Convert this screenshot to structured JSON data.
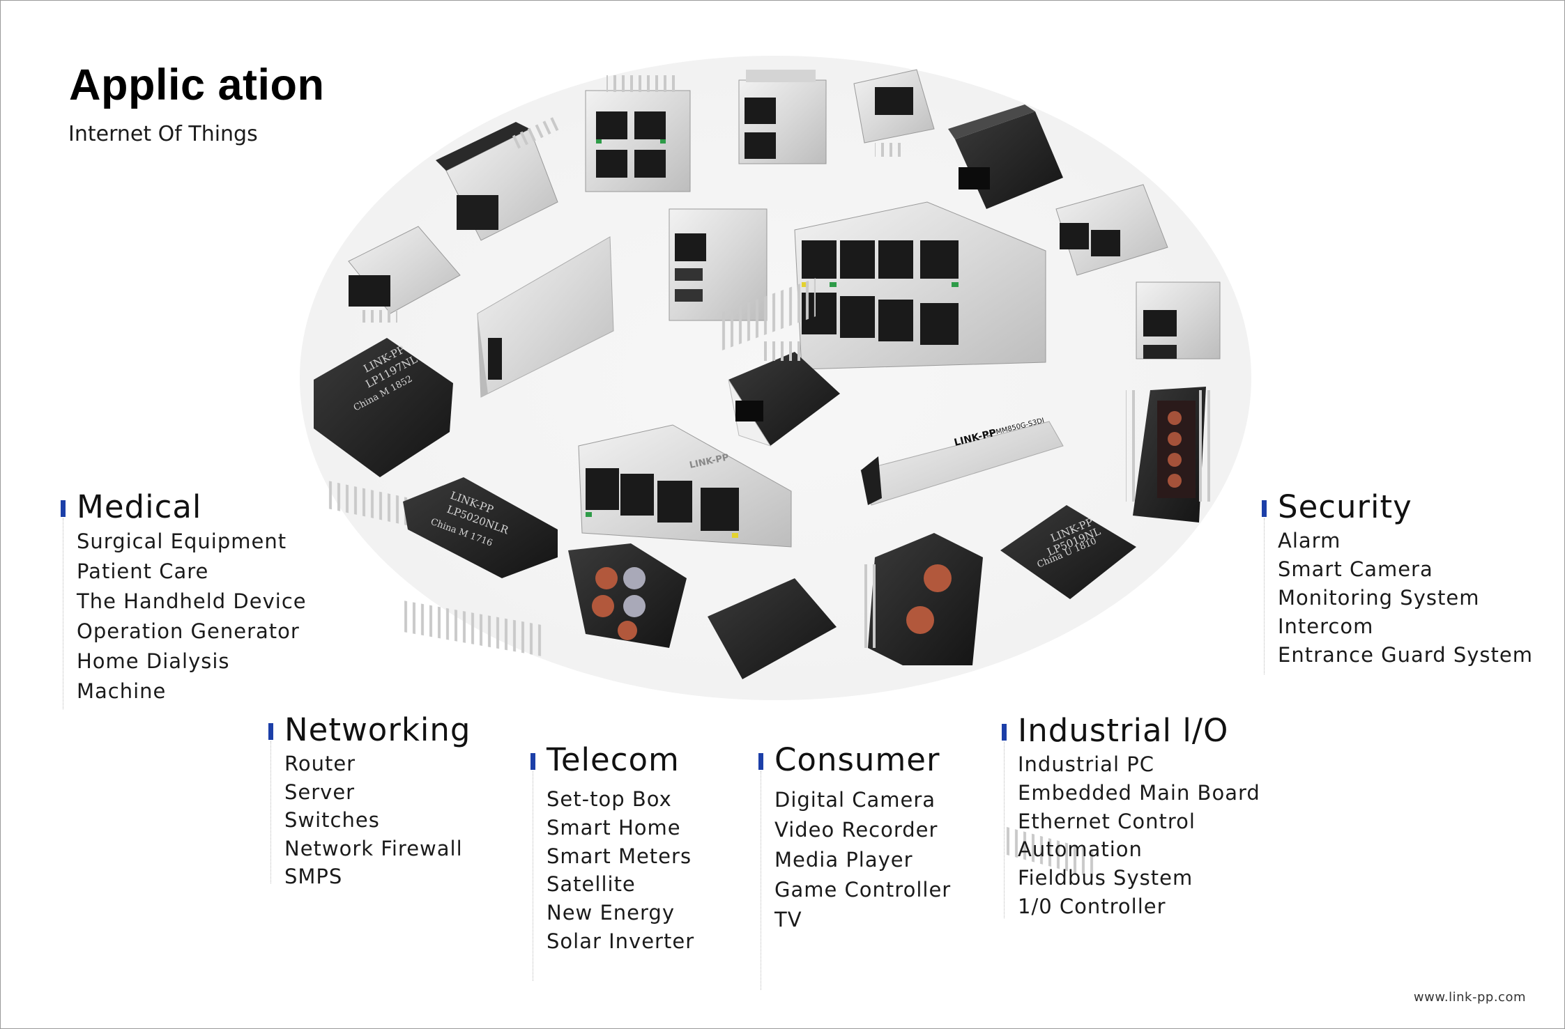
{
  "title": "Applic ation",
  "subtitle": "Internet Of Things",
  "product_labels": {
    "brand": "LINK-PP",
    "brand_sfp": "LINK-PP",
    "sfp_part": "LF-MM850G-S3DI",
    "transformer_1_line1": "LINK-PP",
    "transformer_1_line2": "LP1197NL",
    "transformer_1_line3": "China M 1852",
    "transformer_2_line1": "LINK-PP",
    "transformer_2_line2": "LP5020NLR",
    "transformer_2_line3": "China M 1716",
    "transformer_3_line1": "LINK-PP",
    "transformer_3_line2": "LP5019NL",
    "transformer_3_line3": "China U 1810"
  },
  "groups": {
    "medical": {
      "title": "Medical",
      "items": [
        "Surgical Equipment",
        "Patient Care",
        "The Handheld Device",
        "Operation Generator",
        "Home Dialysis",
        "Machine"
      ]
    },
    "networking": {
      "title": "Networking",
      "items": [
        "Router",
        "Server",
        "Switches",
        "Network Firewall",
        "SMPS"
      ]
    },
    "telecom": {
      "title": "Telecom",
      "items": [
        "Set-top Box",
        "Smart Home",
        "Smart Meters",
        "Satellite",
        "New Energy",
        "Solar Inverter"
      ]
    },
    "consumer": {
      "title": "Consumer",
      "items": [
        "Digital Camera",
        "Video Recorder",
        "Media Player",
        "Game Controller",
        "TV"
      ]
    },
    "industrial": {
      "title": "Industrial l/O",
      "items": [
        "Industrial PC",
        "Embedded Main Board",
        "Ethernet Control",
        "Automation",
        "Fieldbus System",
        "1/0 Controller"
      ]
    },
    "security": {
      "title": "Security",
      "items": [
        "Alarm",
        "Smart Camera",
        "Monitoring System",
        "Intercom",
        "Entrance Guard System"
      ]
    }
  },
  "footer": "www.link-pp.com",
  "colors": {
    "accent_bar": "#1c3fa8",
    "background": "#ffffff",
    "ellipse": "#f3f3f3",
    "connector_metal": "#dcdcdc",
    "connector_dark": "#1e1e1e",
    "led_green": "#2e9b48",
    "led_yellow": "#e3d22f"
  }
}
